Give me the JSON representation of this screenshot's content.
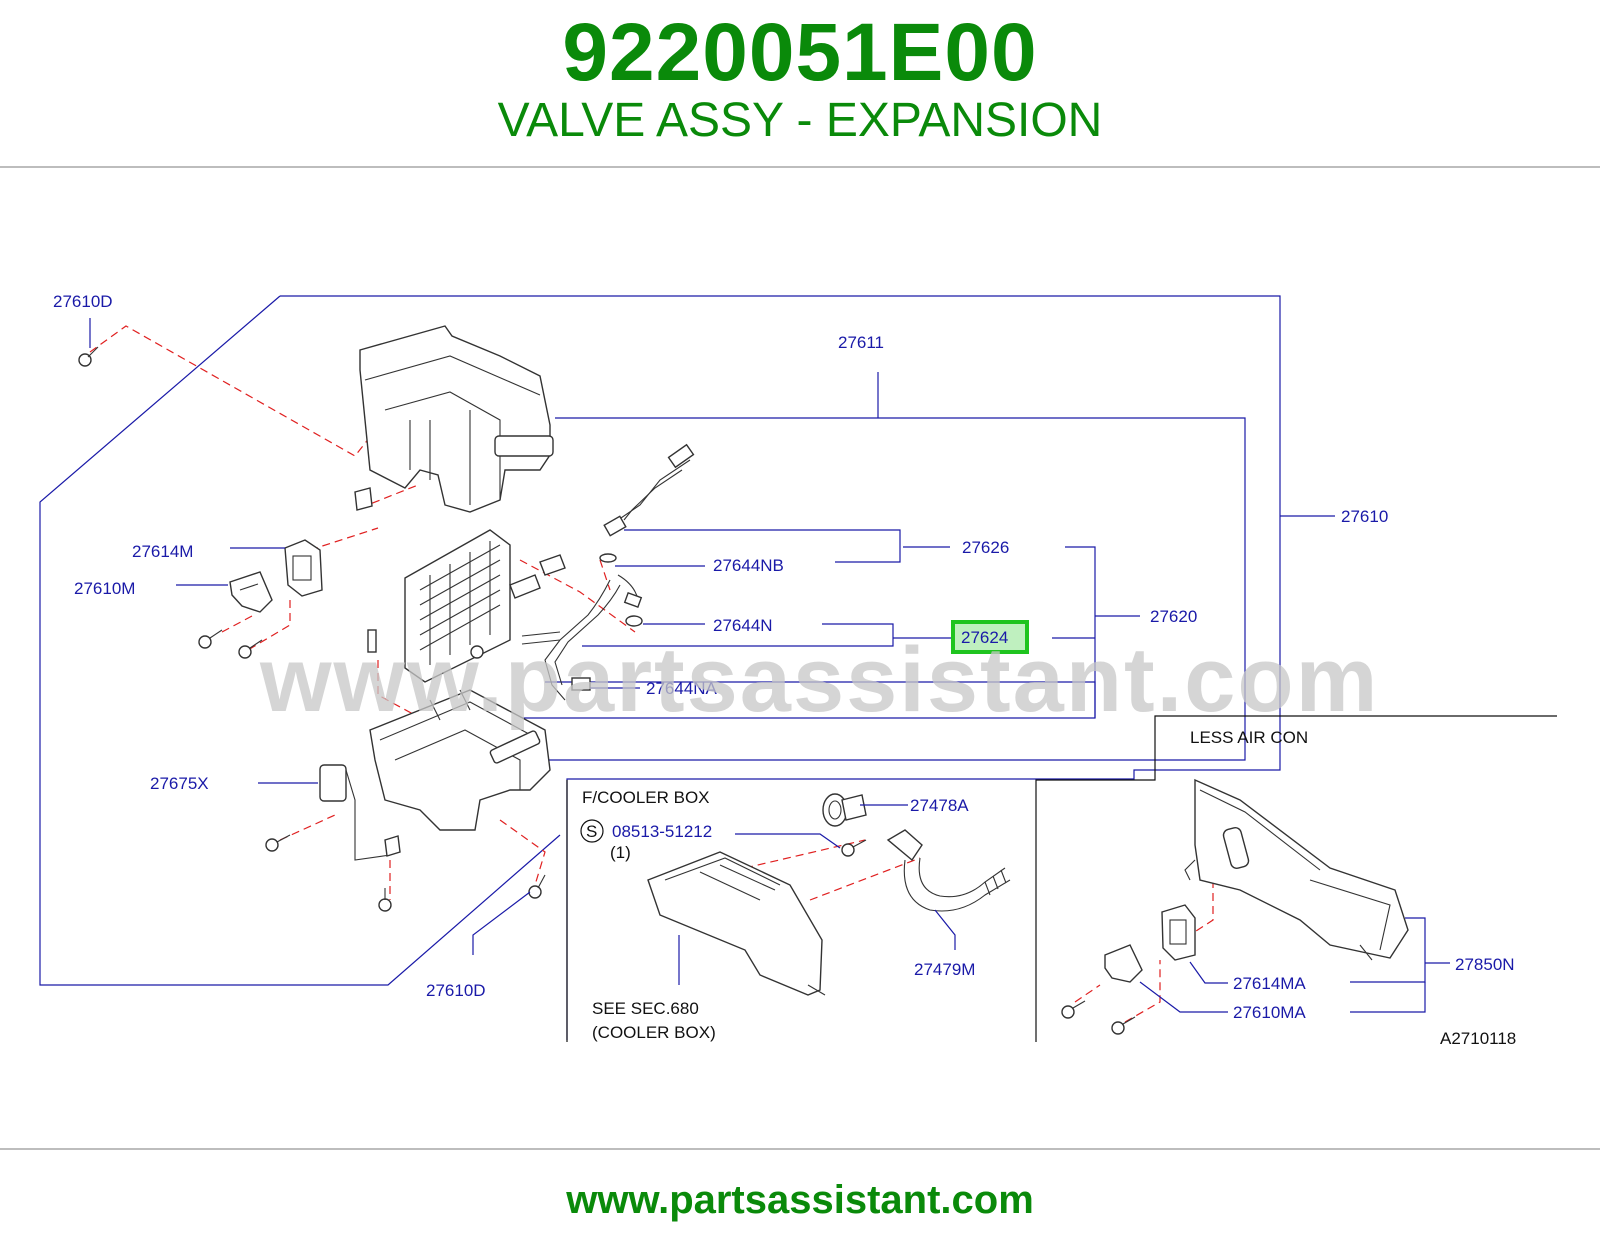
{
  "header": {
    "part_number": "9220051E00",
    "part_name": "VALVE ASSY - EXPANSION"
  },
  "watermark": "www.partsassistant.com",
  "footer": {
    "url": "www.partsassistant.com"
  },
  "colors": {
    "brand_green": "#0a8a0a",
    "label_blue": "#1a1aa8",
    "dash_red": "#e02020",
    "highlight": "#1fc41f"
  },
  "diagram": {
    "highlighted_label": "27624",
    "labels": {
      "c27610D_top": "27610D",
      "c27611": "27611",
      "c27610": "27610",
      "c27626": "27626",
      "c27644NB": "27644NB",
      "c27614M": "27614M",
      "c27610M": "27610M",
      "c27644N": "27644N",
      "c27624": "27624",
      "c27620": "27620",
      "c27644NA": "27644NA",
      "c27675X": "27675X",
      "c27610D_bottom": "27610D",
      "c27478A": "27478A",
      "c08513": "08513-51212",
      "c27479M": "27479M",
      "c27850N": "27850N",
      "c27614MA": "27614MA",
      "c27610MA": "27610MA"
    },
    "notes": {
      "less_air_con": "LESS   AIR   CON",
      "fcooler_box": "F/COOLER   BOX",
      "s_mark": "S",
      "qty": "(1)",
      "see_sec": "SEE   SEC.680",
      "cooler_box": "(COOLER   BOX)",
      "figure_id": "A2710118"
    }
  }
}
